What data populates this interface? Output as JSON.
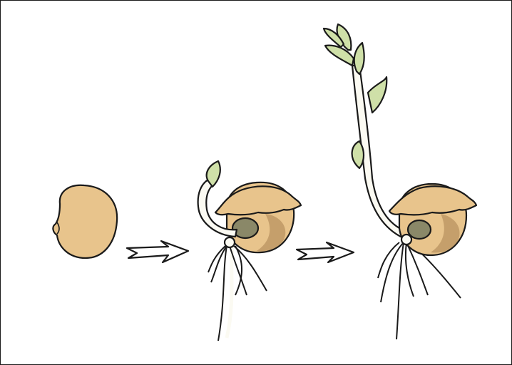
{
  "diagram": {
    "stages": [
      {
        "id": "seed"
      },
      {
        "id": "germinating-seed"
      },
      {
        "id": "seedling"
      }
    ],
    "arrows": 2
  },
  "colors": {
    "seed_coat": "#e8c48c",
    "seed_dark": "#a88250",
    "embryo": "#8a8868",
    "leaf": "#cfe0a8",
    "stem_root": "#fbfaf2",
    "outline": "#1a1a1a",
    "background": "#ffffff"
  }
}
